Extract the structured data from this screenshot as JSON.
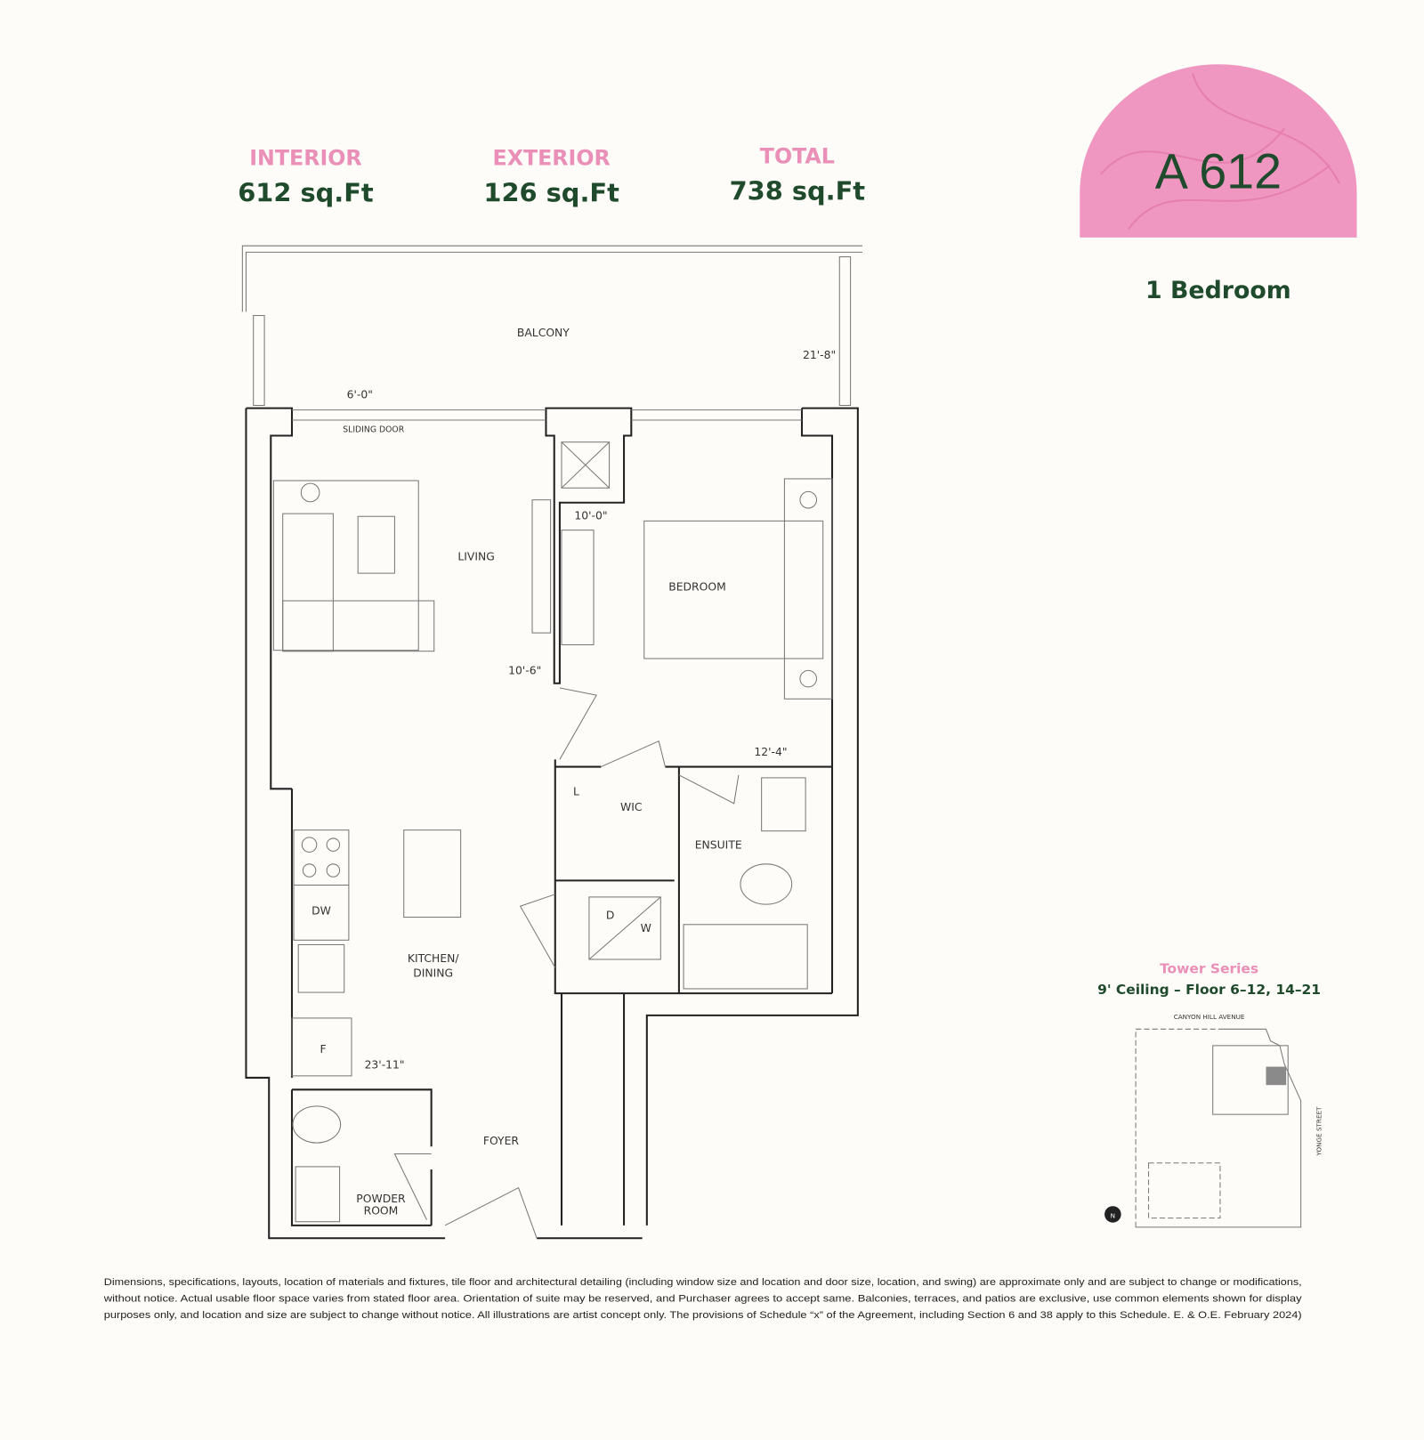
{
  "areas": [
    {
      "label": "INTERIOR",
      "value": "612 sq.Ft"
    },
    {
      "label": "EXTERIOR",
      "value": "126 sq.Ft"
    },
    {
      "label": "TOTAL",
      "value": "738 sq.Ft"
    }
  ],
  "unit": {
    "name": "A 612",
    "type": "1 Bedroom"
  },
  "rooms": {
    "balcony": "BALCONY",
    "sliding_door": "SLIDING DOOR",
    "living": "LIVING",
    "bedroom": "BEDROOM",
    "wic": "WIC",
    "linen": "L",
    "ensuite": "ENSUITE",
    "kitchen1": "KITCHEN/",
    "kitchen2": "DINING",
    "foyer": "FOYER",
    "powder1": "POWDER",
    "powder2": "ROOM",
    "dw": "DW",
    "fridge": "F",
    "dryer": "D",
    "washer": "W"
  },
  "dimensions": {
    "balcony_width": "21'-8\"",
    "sliding": "6'-0\"",
    "bedroom": "10'-0\"",
    "living": "10'-6\"",
    "ensuite": "12'-4\"",
    "kitchen": "23'-11\""
  },
  "keyplan": {
    "series": "Tower Series",
    "ceiling": "9' Ceiling – Floor 6–12, 14–21",
    "street_top": "CANYON HILL AVENUE",
    "street_right": "YONGE STREET",
    "north": "N"
  },
  "disclaimer": [
    "Dimensions, specifications, layouts, location of materials and fixtures, tile floor and architectural detailing (including window size and location and door size, location, and swing) are approximate only and are subject to change or modifications,",
    "without notice. Actual usable floor space varies from stated floor area. Orientation of suite may be reserved, and Purchaser agrees to accept same. Balconies, terraces, and patios are exclusive, use common elements shown for display",
    "purposes only, and location and size are subject to change without notice. All illustrations are artist concept only. The provisions of Schedule “x” of the Agreement, including Section 6 and 38 apply to this Schedule. E. & O.E. February 2024)"
  ],
  "colors": {
    "pink": "#ea8fb7",
    "green": "#1f4a2c",
    "background": "#fdfcf8"
  }
}
